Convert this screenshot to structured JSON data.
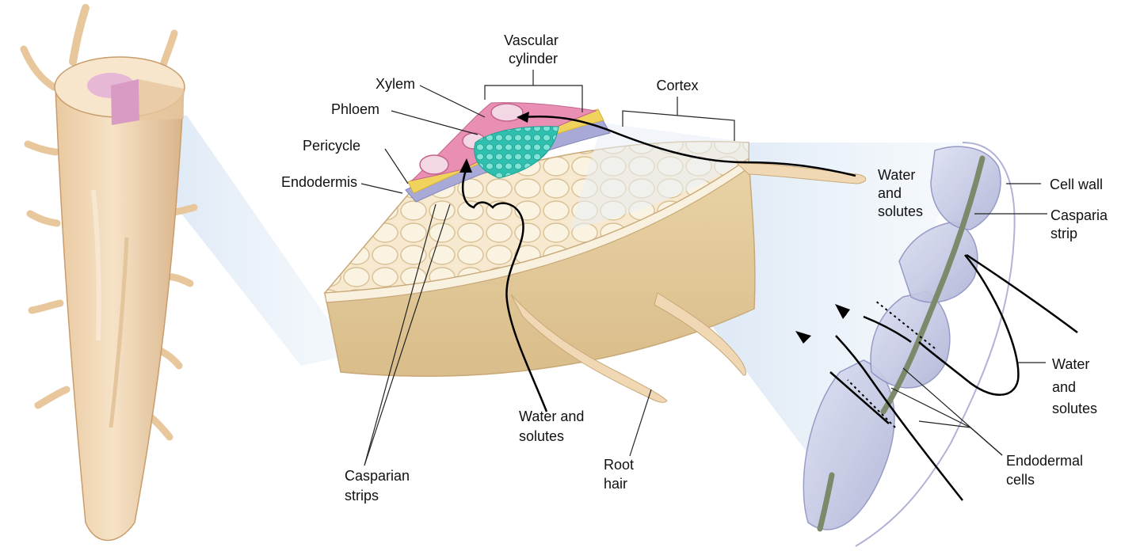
{
  "labels": {
    "vascular_cylinder": [
      "Vascular",
      "cylinder"
    ],
    "cortex": "Cortex",
    "xylem": "Xylem",
    "phloem": "Phloem",
    "pericycle": "Pericycle",
    "endodermis": "Endodermis",
    "water_top": [
      "Water",
      "and",
      "solutes"
    ],
    "cell_wall": "Cell wall",
    "casparia_strip": [
      "Casparia",
      "strip"
    ],
    "water_right": [
      "Water",
      "and",
      "solutes"
    ],
    "endodermal_cells": [
      "Endodermal",
      "cells"
    ],
    "water_bottom": [
      "Water and",
      "solutes"
    ],
    "root_hair": [
      "Root",
      "hair"
    ],
    "casparian_strips": [
      "Casparian",
      "strips"
    ]
  },
  "colors": {
    "root_tissue": "#f1d6b2",
    "root_shade": "#d8ae7c",
    "cortex_cells": "#f7ebd3",
    "soil_block": "#e7cf9e",
    "xylem": "#e98fb4",
    "phloem": "#37c9b7",
    "pericycle": "#f0d35d",
    "endodermis": "#a8a9d6",
    "endodermal_cell": "#c9cce8",
    "casparian_strip": "#7c8a6b",
    "projection": "#c9dbee"
  }
}
